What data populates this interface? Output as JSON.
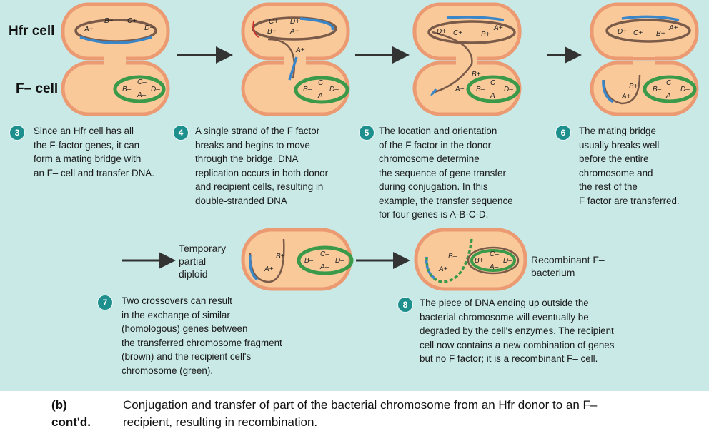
{
  "labels": {
    "hfr": "Hfr cell",
    "fminus": "F– cell"
  },
  "steps": [
    {
      "num": "3",
      "text": "Since an Hfr cell has all\nthe F-factor genes, it can\nform a mating bridge with\nan F– cell and transfer DNA."
    },
    {
      "num": "4",
      "text": "A single strand of the F factor\nbreaks and begins to move\nthrough  the bridge. DNA\nreplication occurs in both donor\nand recipient cells, resulting in\ndouble-stranded DNA"
    },
    {
      "num": "5",
      "text": "The location and orientation\nof the F factor in the donor\nchromosome determine\nthe sequence of gene transfer\nduring conjugation. In this\nexample, the transfer sequence\nfor four genes is A-B-C-D."
    },
    {
      "num": "6",
      "text": "The mating bridge\nusually breaks well\nbefore the entire\nchromosome and\n the rest of the\n F factor are transferred."
    },
    {
      "num": "7",
      "text": "Two crossovers can result\nin the exchange of similar\n(homologous) genes between\nthe transferred chromosome fragment\n(brown)  and the recipient cell's\nchromosome (green)."
    },
    {
      "num": "8",
      "text": "The piece of DNA ending up outside the\nbacterial chromosome will eventually be\ndegraded by the cell's enzymes. The recipient\ncell now contains a new combination of genes\nbut no F factor; it is a recombinant F– cell."
    }
  ],
  "side_labels": {
    "diploid": "Temporary\npartial\ndiploid",
    "recombinant": "Recombinant F–\nbacterium"
  },
  "genes": {
    "Ap": "A+",
    "Bp": "B+",
    "Cp": "C+",
    "Dp": "D+",
    "Am": "A–",
    "Bm": "B–",
    "Cm": "C–",
    "Dm": "D–"
  },
  "caption": {
    "tag": "(b)\ncont'd.",
    "text": "Conjugation and transfer of part of the bacterial chromosome from an Hfr donor to an F–\nrecipient, resulting in recombination."
  },
  "colors": {
    "bg": "#c9e9e7",
    "cell": "#f9c99a",
    "membrane": "#eb9a72",
    "donor": "#7a5a48",
    "recipient": "#3a9a4a",
    "strand": "#3a86c8",
    "accent": "#1d8f8c"
  }
}
